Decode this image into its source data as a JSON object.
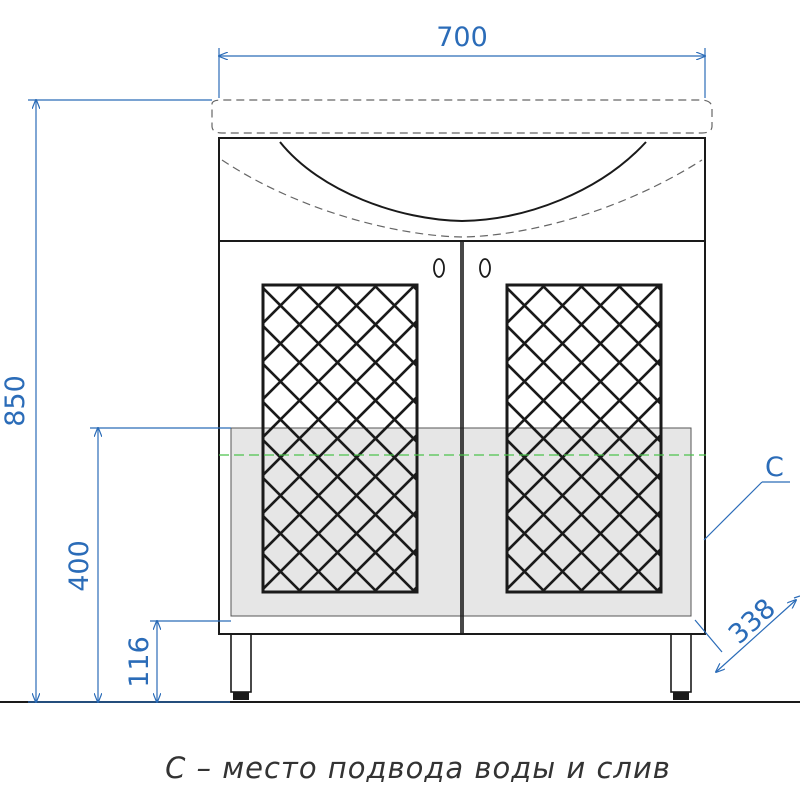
{
  "drawing": {
    "dimensions": {
      "width": "700",
      "height": "850",
      "supply_height": "400",
      "leg_height": "116",
      "depth": "338",
      "connection_label": "C"
    },
    "caption": "С – место подвода воды и слив"
  },
  "colors": {
    "dimension_lines": "#2B6CB8",
    "outline": "#1a1a1a",
    "connection_zone_fill": "#E6E6E6",
    "centerline": "#4CC24C"
  }
}
